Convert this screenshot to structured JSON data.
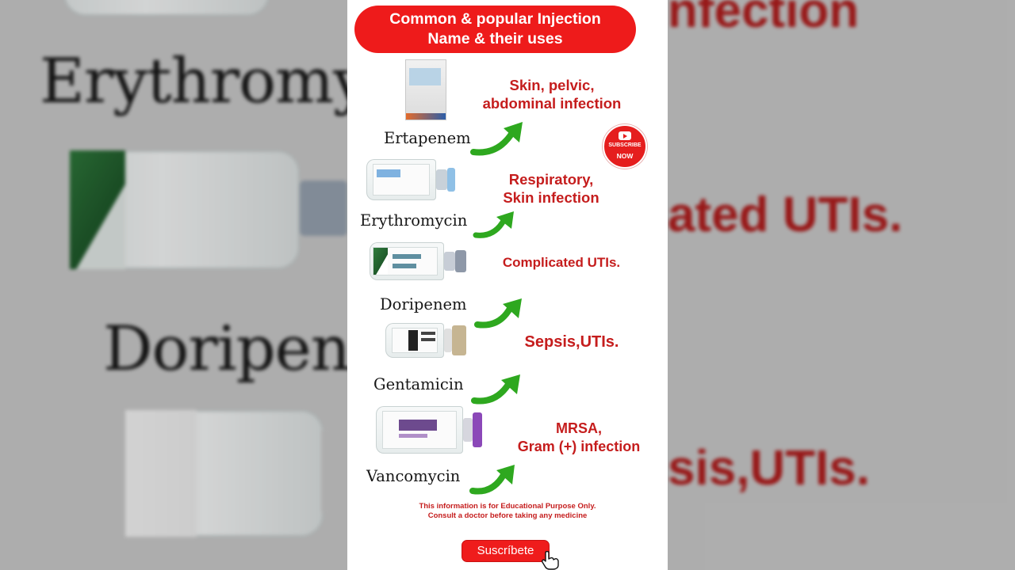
{
  "title": {
    "line1": "Common & popular Injection",
    "line2": "Name & their uses"
  },
  "injections": [
    {
      "name": "Ertapenem",
      "use_lines": [
        "Skin, pelvic,",
        "abdominal infection"
      ]
    },
    {
      "name": "Erythromycin",
      "use_lines": [
        "Respiratory,",
        "Skin infection"
      ]
    },
    {
      "name": "Doripenem",
      "use_lines": [
        "Complicated UTIs."
      ]
    },
    {
      "name": "Gentamicin",
      "use_lines": [
        "Sepsis,UTIs."
      ]
    },
    {
      "name": "Vancomycin",
      "use_lines": [
        "MRSA,",
        "Gram (+) infection"
      ]
    }
  ],
  "subscribe_badge": {
    "line1": "SUBSCRIBE",
    "line2": "NOW",
    "icon": "youtube-play-icon"
  },
  "disclaimer": {
    "line1": "This information is for Educational Purpose Only.",
    "line2": "Consult a doctor before taking any medicine"
  },
  "subscribe_button": {
    "label": "Suscríbete",
    "icon": "pointing-hand-cursor-icon"
  },
  "background": {
    "left_texts": [
      "Erythromyc",
      "Doripenem"
    ],
    "right_texts": [
      "nfection",
      "ated UTIs.",
      "sis,UTIs."
    ]
  },
  "colors": {
    "accent_red": "#ee1b1b",
    "use_text_red": "#c51d1d",
    "arrow_green": "#2ea81f"
  }
}
